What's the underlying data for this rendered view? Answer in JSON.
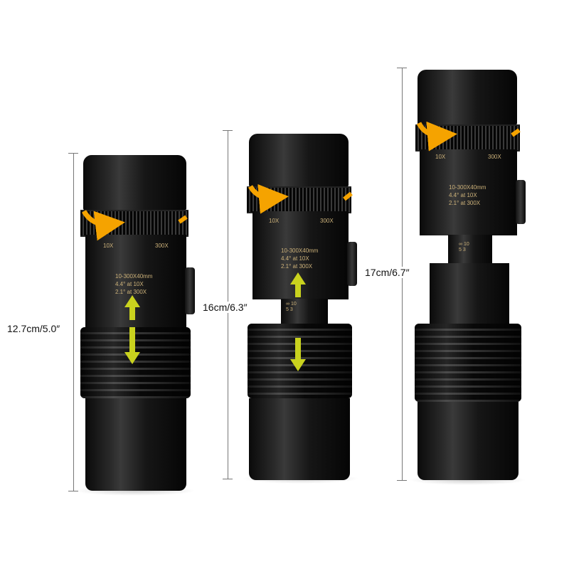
{
  "monoculars": [
    {
      "dimension_label": "12.7cm/5.0″",
      "zoom_min": "10X",
      "zoom_max": "300X",
      "spec_lines": [
        "10-300X40mm",
        "4.4° at 10X",
        "2.1° at 300X"
      ]
    },
    {
      "dimension_label": "16cm/6.3″",
      "zoom_min": "10X",
      "zoom_max": "300X",
      "spec_lines": [
        "10-300X40mm",
        "4.4° at 10X",
        "2.1° at 300X"
      ],
      "focus_scale": [
        "∞",
        "10",
        "5",
        "3"
      ]
    },
    {
      "dimension_label": "17cm/6.7″",
      "zoom_min": "10X",
      "zoom_max": "300X",
      "spec_lines": [
        "10-300X40mm",
        "4.4° at 10X",
        "2.1° at 300X"
      ],
      "focus_scale": [
        "∞",
        "10",
        "5",
        "3"
      ]
    }
  ],
  "colors": {
    "body": "#111111",
    "label_gold": "#cdb27a",
    "rotate_arrow": "#f5a300",
    "extend_arrow": "#c9d21e"
  }
}
